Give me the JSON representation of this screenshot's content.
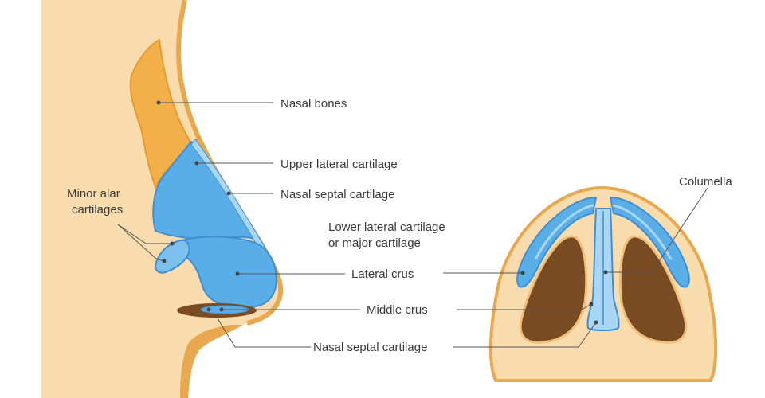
{
  "labels": {
    "nasal_bones": "Nasal bones",
    "upper_lateral_cartilage": "Upper lateral cartilage",
    "nasal_septal_cartilage_side": "Nasal septal cartilage",
    "minor_alar_line1": "Minor alar",
    "minor_alar_line2": "cartilages",
    "lower_lateral_line1": "Lower lateral cartilage",
    "lower_lateral_line2": "or major cartilage",
    "lateral_crus": "Lateral crus",
    "middle_crus": "Middle crus",
    "nasal_septal_cartilage_bottom": "Nasal septal cartilage",
    "columella": "Columella"
  },
  "colors": {
    "skin": "#f9dcae",
    "skin_edge": "#e8a850",
    "bone": "#f3b04a",
    "bone_dark": "#e89a2c",
    "cartilage": "#5aaee8",
    "cartilage_light": "#a9d6f5",
    "cartilage_edge": "#3f8fd0",
    "nostril": "#7a4a22",
    "leader": "#555555"
  }
}
